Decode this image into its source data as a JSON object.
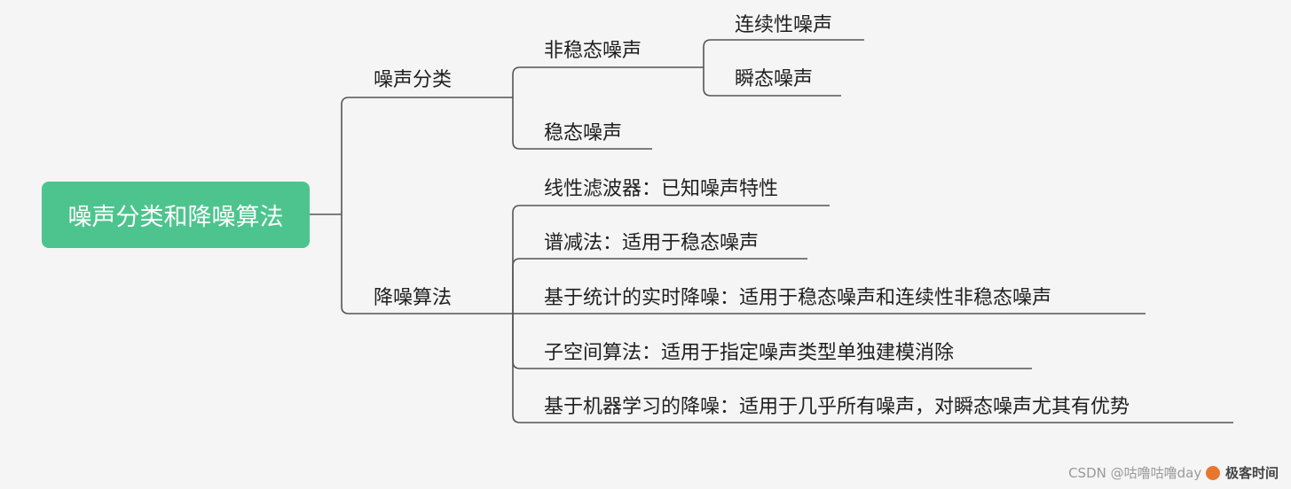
{
  "root": {
    "label": "噪声分类和降噪算法"
  },
  "branches": {
    "classification": {
      "label": "噪声分类",
      "non_stationary": {
        "label": "非稳态噪声",
        "children": [
          "连续性噪声",
          "瞬态噪声"
        ]
      },
      "stationary": {
        "label": "稳态噪声"
      }
    },
    "denoising": {
      "label": "降噪算法",
      "children": [
        "线性滤波器：已知噪声特性",
        "谱减法：适用于稳态噪声",
        "基于统计的实时降噪：适用于稳态噪声和连续性非稳态噪声",
        "子空间算法：适用于指定噪声类型单独建模消除",
        "基于机器学习的降噪：适用于几乎所有噪声，对瞬态噪声尤其有优势"
      ]
    }
  },
  "watermark": {
    "text": "CSDN @咕噜咕噜day",
    "brand": "极客时间"
  },
  "colors": {
    "root_fill": "#4dc48e",
    "line": "#555555",
    "background": "#f5f5f5"
  }
}
